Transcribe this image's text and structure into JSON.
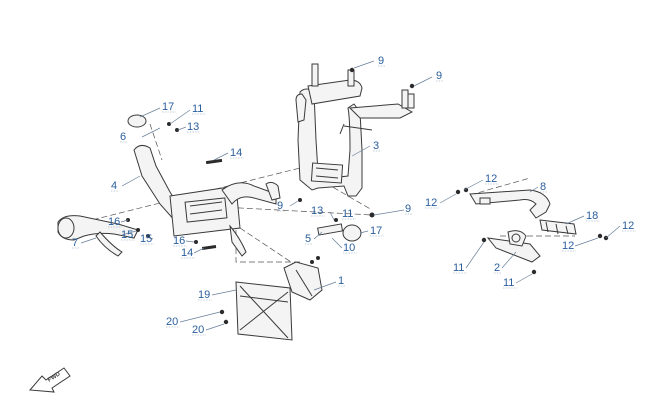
{
  "callouts": [
    {
      "label": "9"
    },
    {
      "label": "9"
    },
    {
      "label": "17"
    },
    {
      "label": "11"
    },
    {
      "label": "13"
    },
    {
      "label": "6"
    },
    {
      "label": "3"
    },
    {
      "label": "14"
    },
    {
      "label": "4"
    },
    {
      "label": "12"
    },
    {
      "label": "8"
    },
    {
      "label": "12"
    },
    {
      "label": "9"
    },
    {
      "label": "13"
    },
    {
      "label": "11"
    },
    {
      "label": "9"
    },
    {
      "label": "16"
    },
    {
      "label": "15"
    },
    {
      "label": "15"
    },
    {
      "label": "7"
    },
    {
      "label": "16"
    },
    {
      "label": "5"
    },
    {
      "label": "17"
    },
    {
      "label": "10"
    },
    {
      "label": "18"
    },
    {
      "label": "12"
    },
    {
      "label": "12"
    },
    {
      "label": "14"
    },
    {
      "label": "11"
    },
    {
      "label": "2"
    },
    {
      "label": "11"
    },
    {
      "label": "1"
    },
    {
      "label": "19"
    },
    {
      "label": "20"
    },
    {
      "label": "20"
    }
  ],
  "direction_arrow": {
    "label": "FWD"
  },
  "colors": {
    "callout_text": "#2a5e9c",
    "line": "#3a3a3a"
  }
}
